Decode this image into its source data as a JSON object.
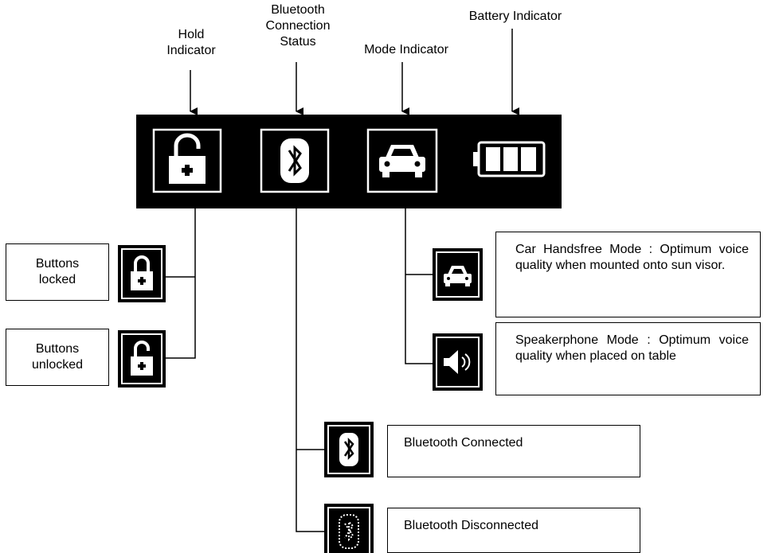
{
  "headers": {
    "hold": "Hold\nIndicator",
    "bluetooth": "Bluetooth\nConnection\nStatus",
    "mode": "Mode Indicator",
    "battery": "Battery Indicator"
  },
  "hold_states": {
    "locked": "Buttons\nlocked",
    "unlocked": "Buttons\nunlocked"
  },
  "mode_states": {
    "car": "Car Handsfree Mode : Optimum voice quality when mounted onto sun visor.",
    "speaker": "Speakerphone Mode : Optimum voice quality when placed on table"
  },
  "bluetooth_states": {
    "connected": "Bluetooth Connected",
    "disconnected": "Bluetooth Disconnected"
  },
  "icons": {
    "display": [
      "unlock-icon",
      "bluetooth-icon",
      "car-icon",
      "battery-icon"
    ],
    "hold": [
      "lock-icon",
      "unlock-icon"
    ],
    "mode": [
      "car-icon",
      "speaker-icon"
    ],
    "bluetooth": [
      "bluetooth-icon",
      "bluetooth-disconnected-icon"
    ]
  },
  "colors": {
    "display_background": "#000000",
    "icon_foreground": "#ffffff",
    "line": "#000000"
  }
}
